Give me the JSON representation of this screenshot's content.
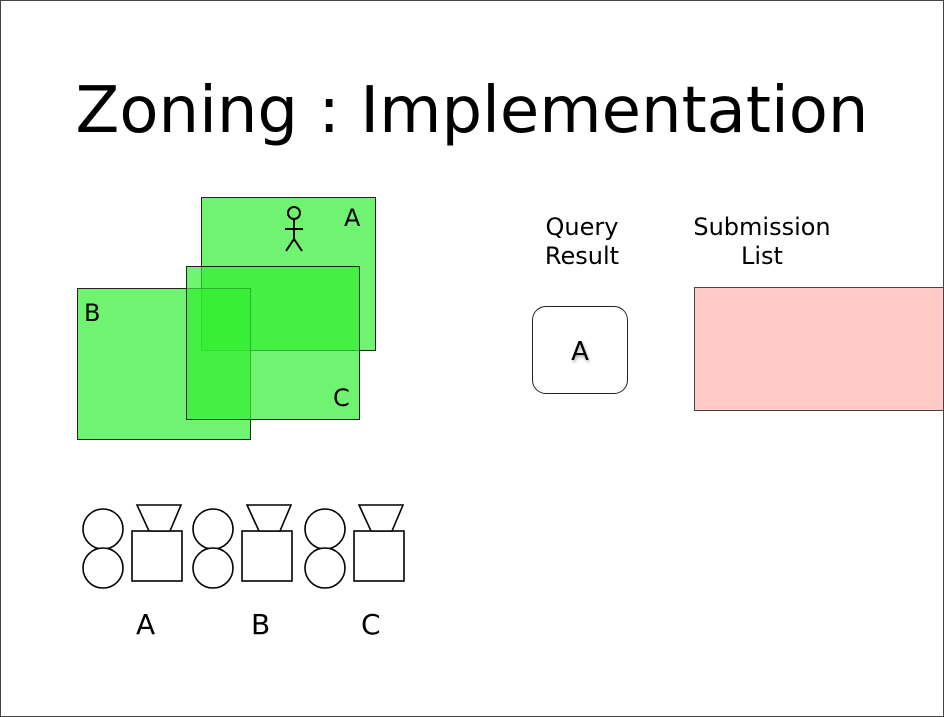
{
  "title": "Zoning : Implementation",
  "zones": {
    "a_label": "A",
    "b_label": "B",
    "c_label": "C"
  },
  "query_result": {
    "label_line1": "Query",
    "label_line2": "Result",
    "value": "A"
  },
  "submission_list": {
    "label_line1": "Submission",
    "label_line2": "List"
  },
  "cameras": [
    {
      "label": "A"
    },
    {
      "label": "B"
    },
    {
      "label": "C"
    }
  ],
  "colors": {
    "zone_fill": "#33ee33",
    "zone_overlap": "#11dd11",
    "submission_fill": "#ffcbc4"
  },
  "icons": {
    "person": "person-icon",
    "camera": "camera-icon"
  }
}
